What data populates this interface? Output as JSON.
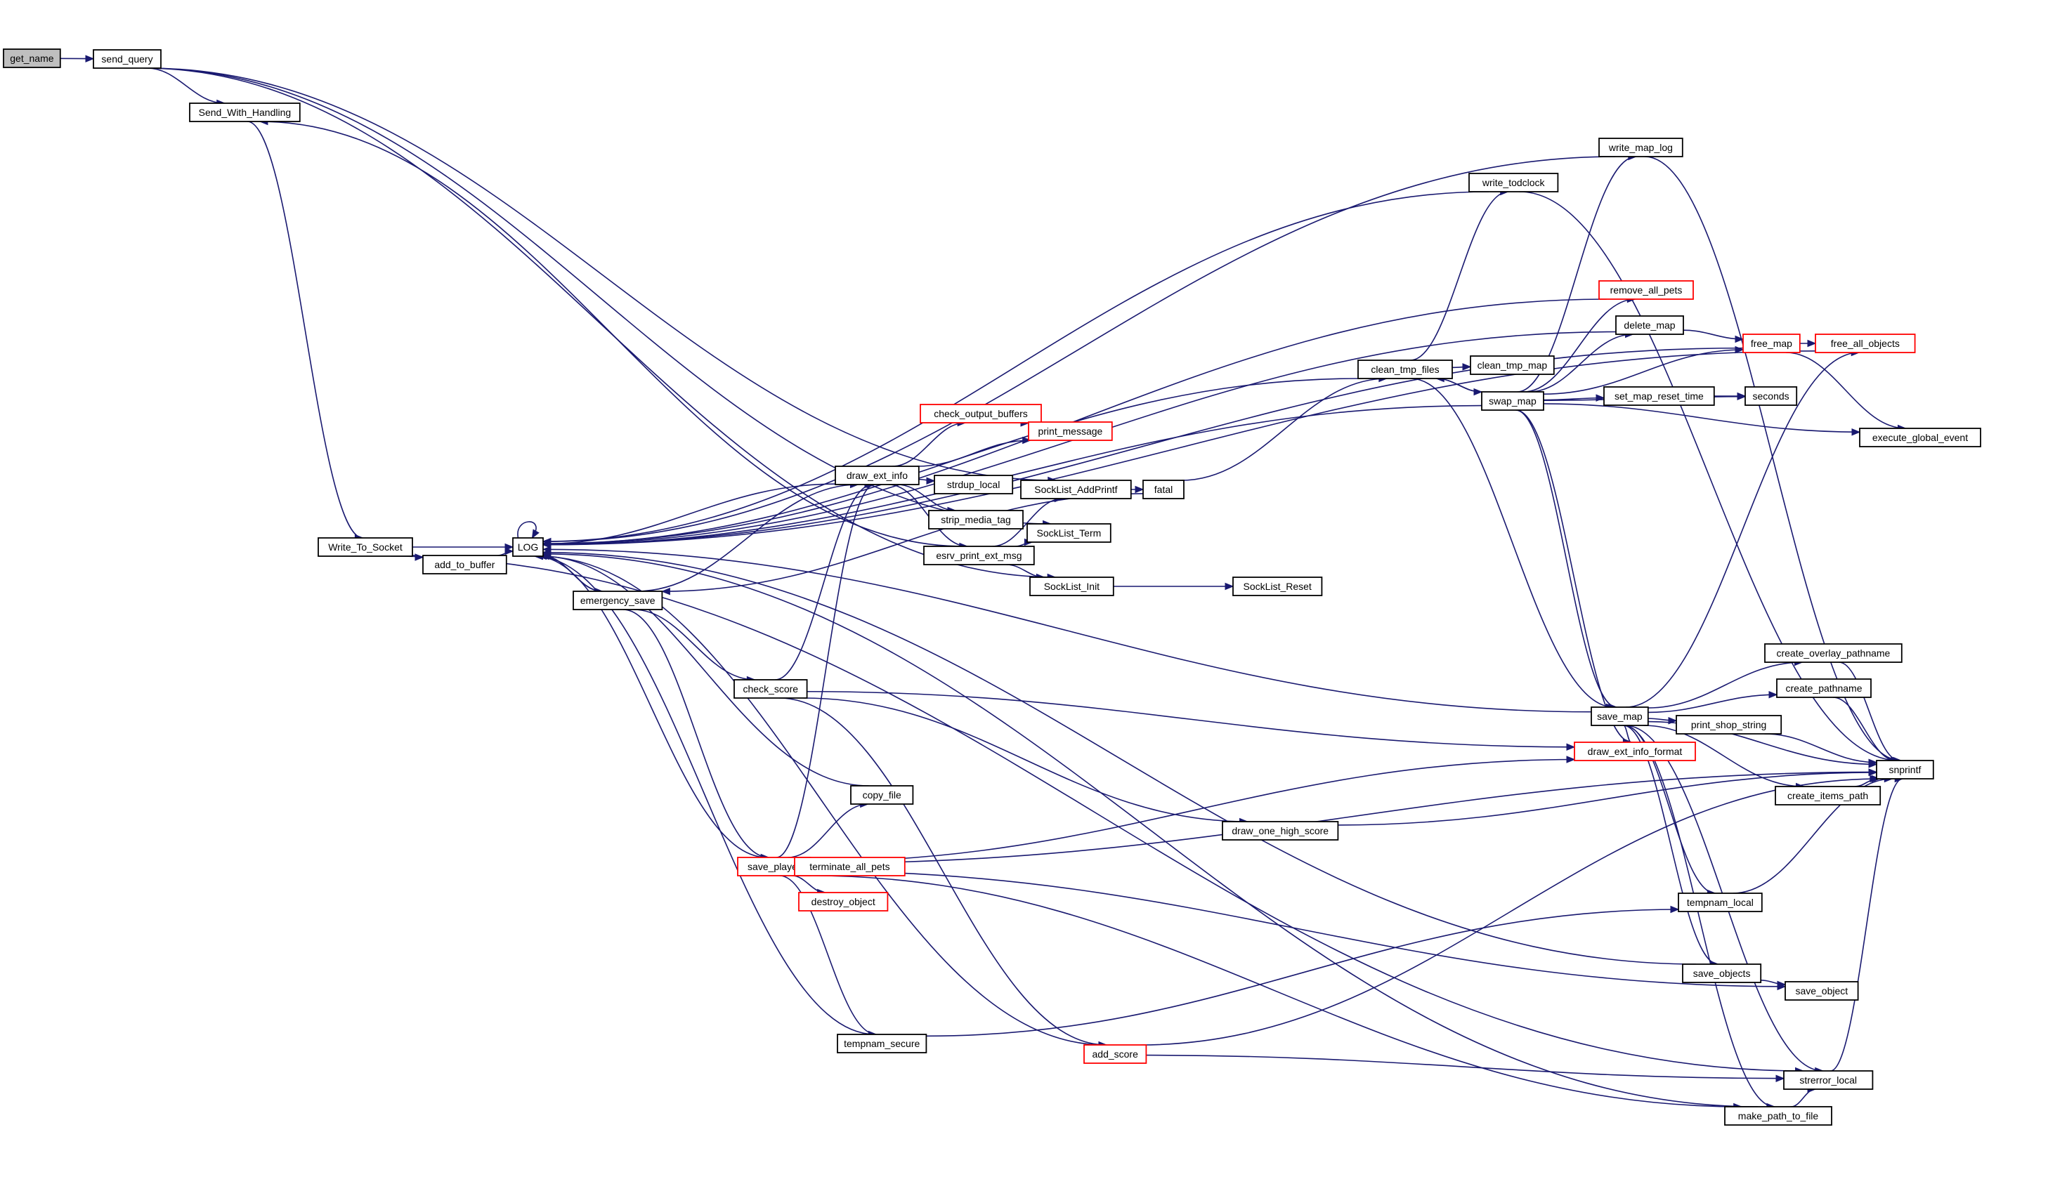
{
  "diagram": {
    "type": "call-graph",
    "colors": {
      "edge": "#191970",
      "node_border": "#000000",
      "truncated_border": "#ff0000",
      "root_fill": "#bfbfbf",
      "background": "#ffffff"
    },
    "nodes": [
      {
        "id": "get_name",
        "label": "get_name",
        "kind": "root"
      },
      {
        "id": "send_query",
        "label": "send_query",
        "kind": "normal"
      },
      {
        "id": "Send_With_Handling",
        "label": "Send_With_Handling",
        "kind": "normal"
      },
      {
        "id": "Write_To_Socket",
        "label": "Write_To_Socket",
        "kind": "normal"
      },
      {
        "id": "add_to_buffer",
        "label": "add_to_buffer",
        "kind": "normal"
      },
      {
        "id": "LOG",
        "label": "LOG",
        "kind": "normal"
      },
      {
        "id": "emergency_save",
        "label": "emergency_save",
        "kind": "normal"
      },
      {
        "id": "check_score",
        "label": "check_score",
        "kind": "normal"
      },
      {
        "id": "copy_file",
        "label": "copy_file",
        "kind": "normal"
      },
      {
        "id": "save_player",
        "label": "save_player",
        "kind": "truncated"
      },
      {
        "id": "terminate_all_pets",
        "label": "terminate_all_pets",
        "kind": "truncated"
      },
      {
        "id": "destroy_object",
        "label": "destroy_object",
        "kind": "truncated"
      },
      {
        "id": "tempnam_secure",
        "label": "tempnam_secure",
        "kind": "normal"
      },
      {
        "id": "draw_ext_info",
        "label": "draw_ext_info",
        "kind": "normal"
      },
      {
        "id": "check_output_buffers",
        "label": "check_output_buffers",
        "kind": "truncated"
      },
      {
        "id": "print_message",
        "label": "print_message",
        "kind": "truncated"
      },
      {
        "id": "strdup_local",
        "label": "strdup_local",
        "kind": "normal"
      },
      {
        "id": "strip_media_tag",
        "label": "strip_media_tag",
        "kind": "normal"
      },
      {
        "id": "esrv_print_ext_msg",
        "label": "esrv_print_ext_msg",
        "kind": "normal"
      },
      {
        "id": "SockList_AddPrintf",
        "label": "SockList_AddPrintf",
        "kind": "normal"
      },
      {
        "id": "SockList_Term",
        "label": "SockList_Term",
        "kind": "normal"
      },
      {
        "id": "SockList_Init",
        "label": "SockList_Init",
        "kind": "normal"
      },
      {
        "id": "SockList_Reset",
        "label": "SockList_Reset",
        "kind": "normal"
      },
      {
        "id": "fatal",
        "label": "fatal",
        "kind": "normal"
      },
      {
        "id": "draw_one_high_score",
        "label": "draw_one_high_score",
        "kind": "normal"
      },
      {
        "id": "add_score",
        "label": "add_score",
        "kind": "truncated"
      },
      {
        "id": "clean_tmp_files",
        "label": "clean_tmp_files",
        "kind": "normal"
      },
      {
        "id": "clean_tmp_map",
        "label": "clean_tmp_map",
        "kind": "normal"
      },
      {
        "id": "swap_map",
        "label": "swap_map",
        "kind": "normal"
      },
      {
        "id": "write_todclock",
        "label": "write_todclock",
        "kind": "normal"
      },
      {
        "id": "write_map_log",
        "label": "write_map_log",
        "kind": "normal"
      },
      {
        "id": "remove_all_pets",
        "label": "remove_all_pets",
        "kind": "truncated"
      },
      {
        "id": "delete_map",
        "label": "delete_map",
        "kind": "normal"
      },
      {
        "id": "free_map",
        "label": "free_map",
        "kind": "truncated"
      },
      {
        "id": "free_all_objects",
        "label": "free_all_objects",
        "kind": "truncated"
      },
      {
        "id": "set_map_reset_time",
        "label": "set_map_reset_time",
        "kind": "normal"
      },
      {
        "id": "seconds",
        "label": "seconds",
        "kind": "normal"
      },
      {
        "id": "execute_global_event",
        "label": "execute_global_event",
        "kind": "normal"
      },
      {
        "id": "save_map",
        "label": "save_map",
        "kind": "normal"
      },
      {
        "id": "draw_ext_info_format",
        "label": "draw_ext_info_format",
        "kind": "truncated"
      },
      {
        "id": "create_overlay_pathname",
        "label": "create_overlay_pathname",
        "kind": "normal"
      },
      {
        "id": "create_pathname",
        "label": "create_pathname",
        "kind": "normal"
      },
      {
        "id": "print_shop_string",
        "label": "print_shop_string",
        "kind": "normal"
      },
      {
        "id": "create_items_path",
        "label": "create_items_path",
        "kind": "normal"
      },
      {
        "id": "snprintf",
        "label": "snprintf",
        "kind": "normal"
      },
      {
        "id": "tempnam_local",
        "label": "tempnam_local",
        "kind": "normal"
      },
      {
        "id": "save_objects",
        "label": "save_objects",
        "kind": "normal"
      },
      {
        "id": "save_object",
        "label": "save_object",
        "kind": "normal"
      },
      {
        "id": "strerror_local",
        "label": "strerror_local",
        "kind": "normal"
      },
      {
        "id": "make_path_to_file",
        "label": "make_path_to_file",
        "kind": "normal"
      }
    ],
    "edges": [
      [
        "get_name",
        "send_query"
      ],
      [
        "send_query",
        "Send_With_Handling"
      ],
      [
        "send_query",
        "SockList_AddPrintf"
      ],
      [
        "send_query",
        "SockList_Term"
      ],
      [
        "send_query",
        "SockList_Init"
      ],
      [
        "Send_With_Handling",
        "Write_To_Socket"
      ],
      [
        "Write_To_Socket",
        "LOG"
      ],
      [
        "Write_To_Socket",
        "add_to_buffer"
      ],
      [
        "Write_To_Socket",
        "strerror_local"
      ],
      [
        "add_to_buffer",
        "LOG"
      ],
      [
        "LOG",
        "LOG"
      ],
      [
        "LOG",
        "emergency_save"
      ],
      [
        "emergency_save",
        "LOG"
      ],
      [
        "emergency_save",
        "draw_ext_info"
      ],
      [
        "emergency_save",
        "check_score"
      ],
      [
        "emergency_save",
        "save_player"
      ],
      [
        "check_score",
        "draw_ext_info"
      ],
      [
        "check_score",
        "draw_ext_info_format"
      ],
      [
        "check_score",
        "draw_one_high_score"
      ],
      [
        "check_score",
        "add_score"
      ],
      [
        "copy_file",
        "LOG"
      ],
      [
        "save_player",
        "LOG"
      ],
      [
        "save_player",
        "draw_ext_info"
      ],
      [
        "save_player",
        "copy_file"
      ],
      [
        "save_player",
        "terminate_all_pets"
      ],
      [
        "save_player",
        "destroy_object"
      ],
      [
        "save_player",
        "tempnam_secure"
      ],
      [
        "save_player",
        "draw_ext_info_format"
      ],
      [
        "save_player",
        "snprintf"
      ],
      [
        "save_player",
        "save_object"
      ],
      [
        "save_player",
        "make_path_to_file"
      ],
      [
        "tempnam_secure",
        "LOG"
      ],
      [
        "tempnam_secure",
        "tempnam_local"
      ],
      [
        "draw_ext_info",
        "LOG"
      ],
      [
        "draw_ext_info",
        "check_output_buffers"
      ],
      [
        "draw_ext_info",
        "print_message"
      ],
      [
        "draw_ext_info",
        "strdup_local"
      ],
      [
        "draw_ext_info",
        "strip_media_tag"
      ],
      [
        "draw_ext_info",
        "esrv_print_ext_msg"
      ],
      [
        "check_output_buffers",
        "print_message"
      ],
      [
        "esrv_print_ext_msg",
        "Send_With_Handling"
      ],
      [
        "esrv_print_ext_msg",
        "SockList_AddPrintf"
      ],
      [
        "esrv_print_ext_msg",
        "SockList_Term"
      ],
      [
        "esrv_print_ext_msg",
        "SockList_Init"
      ],
      [
        "SockList_AddPrintf",
        "fatal"
      ],
      [
        "SockList_Init",
        "SockList_Reset"
      ],
      [
        "fatal",
        "emergency_save"
      ],
      [
        "fatal",
        "clean_tmp_files"
      ],
      [
        "draw_one_high_score",
        "snprintf"
      ],
      [
        "add_score",
        "LOG"
      ],
      [
        "add_score",
        "snprintf"
      ],
      [
        "add_score",
        "strerror_local"
      ],
      [
        "clean_tmp_files",
        "LOG"
      ],
      [
        "clean_tmp_files",
        "clean_tmp_map"
      ],
      [
        "clean_tmp_files",
        "swap_map"
      ],
      [
        "clean_tmp_files",
        "write_todclock"
      ],
      [
        "clean_tmp_files",
        "save_map"
      ],
      [
        "swap_map",
        "LOG"
      ],
      [
        "swap_map",
        "clean_tmp_files"
      ],
      [
        "swap_map",
        "write_map_log"
      ],
      [
        "swap_map",
        "remove_all_pets"
      ],
      [
        "swap_map",
        "delete_map"
      ],
      [
        "swap_map",
        "free_map"
      ],
      [
        "swap_map",
        "set_map_reset_time"
      ],
      [
        "swap_map",
        "seconds"
      ],
      [
        "swap_map",
        "execute_global_event"
      ],
      [
        "swap_map",
        "save_map"
      ],
      [
        "swap_map",
        "draw_ext_info_format"
      ],
      [
        "write_todclock",
        "LOG"
      ],
      [
        "write_todclock",
        "snprintf"
      ],
      [
        "write_map_log",
        "LOG"
      ],
      [
        "write_map_log",
        "snprintf"
      ],
      [
        "remove_all_pets",
        "LOG"
      ],
      [
        "delete_map",
        "LOG"
      ],
      [
        "delete_map",
        "free_map"
      ],
      [
        "free_map",
        "LOG"
      ],
      [
        "free_map",
        "free_all_objects"
      ],
      [
        "free_map",
        "execute_global_event"
      ],
      [
        "free_all_objects",
        "LOG"
      ],
      [
        "set_map_reset_time",
        "seconds"
      ],
      [
        "save_map",
        "LOG"
      ],
      [
        "save_map",
        "free_all_objects"
      ],
      [
        "save_map",
        "draw_ext_info_format"
      ],
      [
        "save_map",
        "create_overlay_pathname"
      ],
      [
        "save_map",
        "create_pathname"
      ],
      [
        "save_map",
        "print_shop_string"
      ],
      [
        "save_map",
        "snprintf"
      ],
      [
        "save_map",
        "create_items_path"
      ],
      [
        "save_map",
        "tempnam_local"
      ],
      [
        "save_map",
        "save_objects"
      ],
      [
        "save_map",
        "strerror_local"
      ],
      [
        "save_map",
        "make_path_to_file"
      ],
      [
        "create_overlay_pathname",
        "snprintf"
      ],
      [
        "create_pathname",
        "snprintf"
      ],
      [
        "print_shop_string",
        "snprintf"
      ],
      [
        "create_items_path",
        "snprintf"
      ],
      [
        "tempnam_local",
        "snprintf"
      ],
      [
        "save_objects",
        "LOG"
      ],
      [
        "save_objects",
        "save_object"
      ],
      [
        "strerror_local",
        "snprintf"
      ],
      [
        "make_path_to_file",
        "LOG"
      ],
      [
        "make_path_to_file",
        "strerror_local"
      ]
    ]
  }
}
